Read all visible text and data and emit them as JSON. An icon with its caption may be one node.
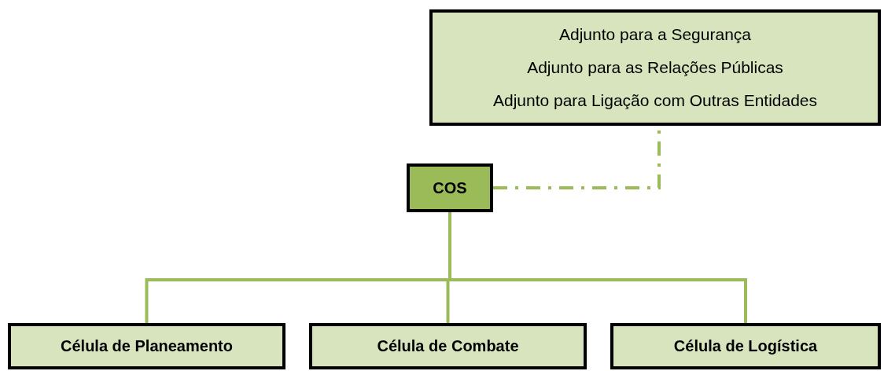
{
  "diagram": {
    "nodes": [
      {
        "text": [
          "Adjunto para a Segurança",
          "Adjunto para as Relações Públicas",
          "Adjunto para Ligação com Outras Entidades"
        ]
      },
      {
        "text": [
          "COS"
        ]
      },
      {
        "text": [
          "Célula de Planeamento"
        ]
      },
      {
        "text": [
          "Célula de Combate"
        ]
      },
      {
        "text": [
          "Célula de Logística"
        ]
      }
    ],
    "edges": [
      {
        "from": 1,
        "to": 0,
        "arrow": "none",
        "style": "dashed"
      },
      {
        "from": 1,
        "to": 2,
        "arrow": "none"
      },
      {
        "from": 1,
        "to": 3,
        "arrow": "none"
      },
      {
        "from": 1,
        "to": 4,
        "arrow": "none"
      }
    ]
  }
}
